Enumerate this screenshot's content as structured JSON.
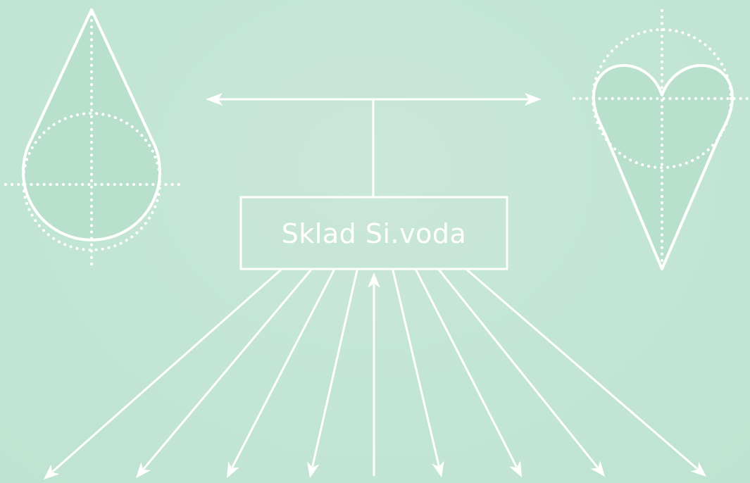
{
  "background_color": "#c4e6d6",
  "line_color": "#ffffff",
  "fill_color": "#b9e0cd",
  "center": {
    "label": "Sklad Si.voda"
  },
  "left_shape": {
    "icon": "droplet-icon"
  },
  "right_shape": {
    "icon": "heart-icon"
  },
  "top_connector": {
    "type": "double-headed-arrow"
  },
  "bottom_arrows": {
    "outgoing_count": 8,
    "incoming_count": 1
  }
}
